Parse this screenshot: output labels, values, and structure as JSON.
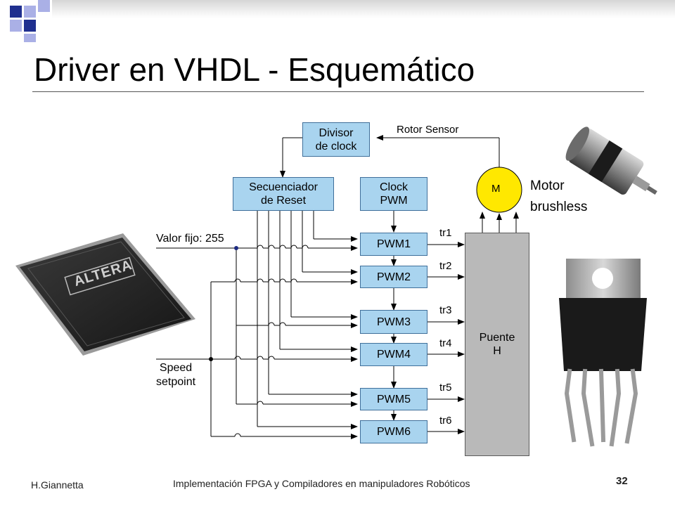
{
  "slide": {
    "title": "Driver en VHDL - Esquemático",
    "author": "H.Giannetta",
    "footer": "Implementación FPGA y Compiladores en manipuladores Robóticos",
    "page_number": "32"
  },
  "diagram": {
    "divisor": [
      "Divisor",
      "de clock"
    ],
    "secuenciador": [
      "Secuenciador",
      "de Reset"
    ],
    "clock_pwm": [
      "Clock",
      "PWM"
    ],
    "pwm_blocks": [
      "PWM1",
      "PWM2",
      "PWM3",
      "PWM4",
      "PWM5",
      "PWM6"
    ],
    "tr_labels": [
      "tr1",
      "tr2",
      "tr3",
      "tr4",
      "tr5",
      "tr6"
    ],
    "puente": [
      "Puente",
      "H"
    ],
    "motor": "M",
    "rotor_sensor": "Rotor Sensor",
    "valor_fijo": "Valor fijo: 255",
    "speed": [
      "Speed",
      "setpoint"
    ],
    "motor_label": [
      "Motor",
      "brushless"
    ],
    "chip_brand": "ALTERA"
  },
  "colors": {
    "block_fill": "#a9d4ef",
    "block_border": "#3f6f9a",
    "motor_fill": "#ffe800",
    "bridge_fill": "#b9b9b9",
    "deco_navy": "#1f2f8f",
    "deco_lavender": "#aab0e6"
  }
}
